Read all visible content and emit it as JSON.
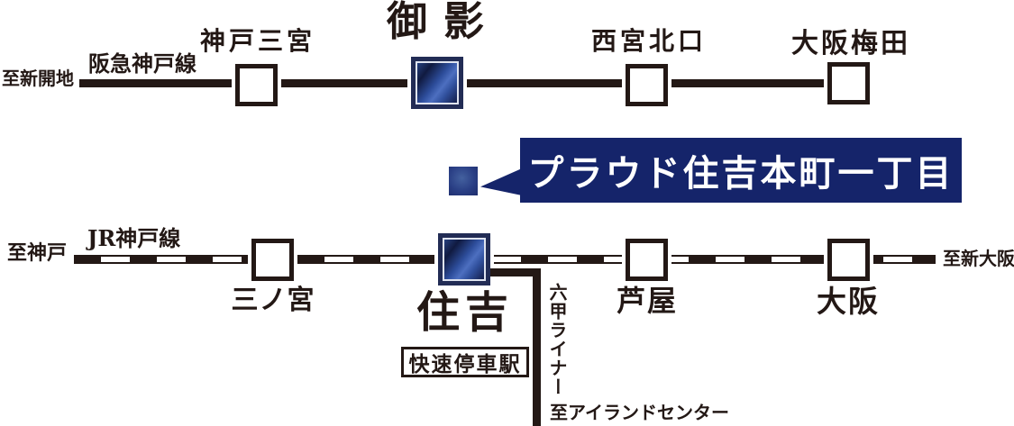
{
  "colors": {
    "ink": "#231815",
    "banner_navy": "#15246a",
    "highlight_blue": "#2d4d9b",
    "marker_blue": "#2a3f85"
  },
  "hankyu": {
    "name": "阪急神戸線",
    "left_terminal": "至新開地",
    "stations": [
      {
        "name": "神戸三宮"
      },
      {
        "name": "御影"
      },
      {
        "name": "西宮北口"
      },
      {
        "name": "大阪梅田"
      }
    ]
  },
  "jr": {
    "name": "JR神戸線",
    "left_terminal": "至神戸",
    "right_terminal": "至新大阪",
    "stations": [
      {
        "name": "三ノ宮"
      },
      {
        "name": "住吉",
        "note": "快速停車駅"
      },
      {
        "name": "芦屋"
      },
      {
        "name": "大阪"
      }
    ]
  },
  "rokko_liner": {
    "name": "六甲ライナー",
    "terminal": "至アイランドセンター"
  },
  "callout": {
    "label": "プラウド住吉本町一丁目"
  }
}
